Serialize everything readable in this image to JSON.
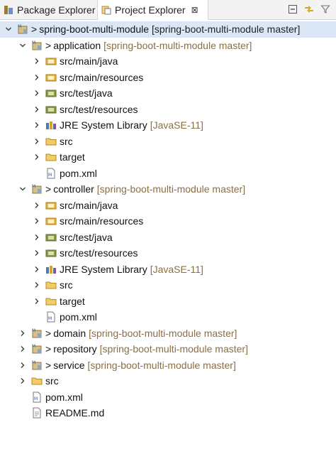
{
  "tabs": {
    "package_explorer": "Package Explorer",
    "project_explorer": "Project Explorer",
    "close_glyph": "⊠"
  },
  "toolbar": {
    "collapse_all_icon": "collapse-all-icon",
    "link_editor_icon": "link-with-editor-icon",
    "filter_icon": "filter-icon"
  },
  "tree": {
    "root": {
      "prefix": ">",
      "label": "spring-boot-multi-module",
      "decor": "[spring-boot-multi-module master]"
    },
    "application": {
      "prefix": ">",
      "label": "application",
      "decor": "[spring-boot-multi-module master]"
    },
    "app_src_main_java": "src/main/java",
    "app_src_main_resources": "src/main/resources",
    "app_src_test_java": "src/test/java",
    "app_src_test_resources": "src/test/resources",
    "app_jre": {
      "label": "JRE System Library",
      "decor": "[JavaSE-11]"
    },
    "app_src": "src",
    "app_target": "target",
    "app_pom": "pom.xml",
    "controller": {
      "prefix": ">",
      "label": "controller",
      "decor": "[spring-boot-multi-module master]"
    },
    "ctl_src_main_java": "src/main/java",
    "ctl_src_main_resources": "src/main/resources",
    "ctl_src_test_java": "src/test/java",
    "ctl_src_test_resources": "src/test/resources",
    "ctl_jre": {
      "label": "JRE System Library",
      "decor": "[JavaSE-11]"
    },
    "ctl_src": "src",
    "ctl_target": "target",
    "ctl_pom": "pom.xml",
    "domain": {
      "prefix": ">",
      "label": "domain",
      "decor": "[spring-boot-multi-module master]"
    },
    "repository": {
      "prefix": ">",
      "label": "repository",
      "decor": "[spring-boot-multi-module master]"
    },
    "service": {
      "prefix": ">",
      "label": "service",
      "decor": "[spring-boot-multi-module master]"
    },
    "root_src": "src",
    "root_pom": "pom.xml",
    "root_readme": "README.md"
  },
  "colors": {
    "selection": "#dbe7f5",
    "decoration": "#8a6f44",
    "folder": "#e8b84a",
    "package_root": "#c99a3c"
  }
}
